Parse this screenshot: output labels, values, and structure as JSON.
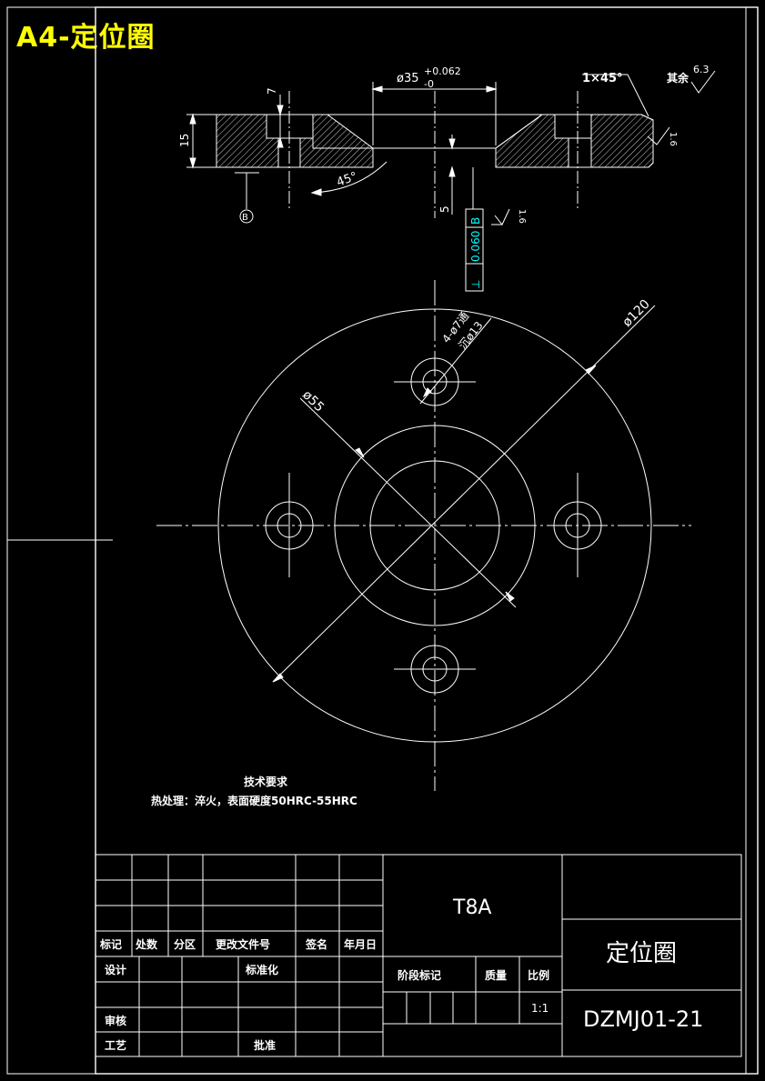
{
  "badge": "A4-定位圈",
  "section_view": {
    "dim_bore": "ø35",
    "dim_bore_tol_upper": "+0.062",
    "dim_bore_tol_lower": "-0",
    "dim_chamfer": "1×45°",
    "dim_rest_roughness_label": "其余",
    "dim_rest_roughness_value": "6.3",
    "dim_depth_7": "7",
    "dim_height_15": "15",
    "dim_angle": "45°",
    "dim_5": "5",
    "datum_label": "B",
    "tol_symbol": "⊥",
    "tol_value": "0.060",
    "tol_datum": "B",
    "roughness_1": "1.6",
    "roughness_2": "1.6"
  },
  "plan_view": {
    "dim_holes_line1": "4-ø7通",
    "dim_holes_line2": "沉ø13",
    "dim_outer": "ø120",
    "dim_inner": "ø55"
  },
  "notes": {
    "heading": "技术要求",
    "line1": "热处理：淬火，表面硬度50HRC-55HRC"
  },
  "title_block": {
    "material": "T8A",
    "part_name": "定位圈",
    "drawing_no": "DZMJ01-21",
    "scale": "1:1",
    "col_mark": "标记",
    "col_count": "处数",
    "col_zone": "分区",
    "col_doc": "更改文件号",
    "col_sign": "签名",
    "col_date": "年月日",
    "row_design": "设计",
    "row_standard": "标准化",
    "row_review": "审核",
    "row_process": "工艺",
    "row_approve": "批准",
    "stage_mark": "阶段标记",
    "mass": "质量",
    "ratio": "比例"
  },
  "colors": {
    "line": "#ffffff",
    "badge": "#ffff00",
    "tolerance": "#00ffff",
    "background": "#000000"
  }
}
